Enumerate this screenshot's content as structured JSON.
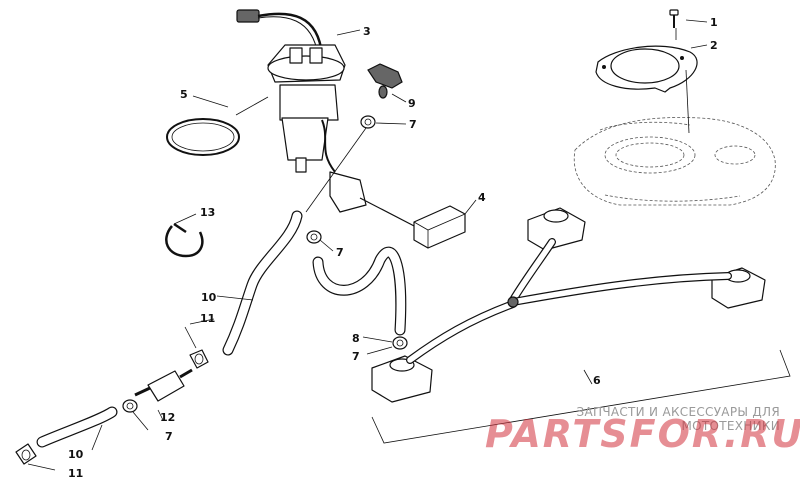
{
  "watermark": {
    "caption": "ЗАПЧАСТИ И АКСЕССУАРЫ ДЛЯ МОТОТЕХНИКИ",
    "logo": "PARTSFOR.RU",
    "logo_color": "#d2323c"
  },
  "callouts": {
    "c1": "1",
    "c2": "2",
    "c3": "3",
    "c4": "4",
    "c5": "5",
    "c6": "6",
    "c7a": "7",
    "c7b": "7",
    "c7c": "7",
    "c7d": "7",
    "c8": "8",
    "c9": "9",
    "c10a": "10",
    "c10b": "10",
    "c11a": "11",
    "c11b": "11",
    "c12": "12",
    "c13": "13"
  }
}
